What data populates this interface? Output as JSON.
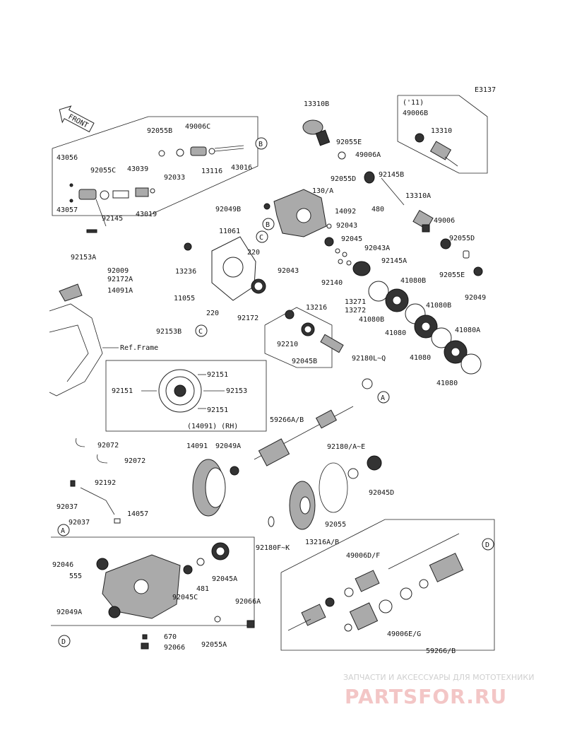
{
  "diagram_code": "E3137",
  "front_label": "FRONT",
  "ref_frame": "Ref.Frame",
  "assembly_note": "(14091) (RH)",
  "year_note": "('11)",
  "circles": [
    "A",
    "B",
    "C",
    "D"
  ],
  "parts": {
    "p43056": "43056",
    "p43057": "43057",
    "p92055C": "92055C",
    "p43039": "43039",
    "p92145": "92145",
    "p43019": "43019",
    "p92055B": "92055B",
    "p49006C": "49006C",
    "p92033": "92033",
    "p13116": "13116",
    "p43016": "43016",
    "p92153A": "92153A",
    "p13310B": "13310B",
    "p92055E_top": "92055E",
    "p49006A": "49006A",
    "p92055D_top": "92055D",
    "p92145B": "92145B",
    "p130A": "130/A",
    "p480": "480",
    "p92049B": "92049B",
    "p14092": "14092",
    "p92043a": "92043",
    "p92045_top": "92045",
    "p92043b": "92043",
    "p92043A": "92043A",
    "p49006B": "49006B",
    "p13310": "13310",
    "p13310A": "13310A",
    "p49006": "49006",
    "p92055D_r": "92055D",
    "p92055E_r": "92055E",
    "p92049": "92049",
    "p11061": "11061",
    "p220a": "220",
    "p13236": "13236",
    "p92172": "92172",
    "p220b": "220",
    "p11055": "11055",
    "p92153B": "92153B",
    "p92009": "92009",
    "p92172A": "92172A",
    "p14091A": "14091A",
    "p92145A": "92145A",
    "p92140": "92140",
    "p13271": "13271",
    "p13272": "13272",
    "p41080B_a": "41080B",
    "p41080B_b": "41080B",
    "p41080A": "41080A",
    "p41080a": "41080",
    "p41080b": "41080",
    "p41080c": "41080",
    "p13216": "13216",
    "p92210": "92210",
    "p92045B": "92045B",
    "p92180LQ": "92180L~Q",
    "p92151a": "92151",
    "p92151b": "92151",
    "p92151c": "92151",
    "p92153": "92153",
    "p59266AB": "59266A/B",
    "p92072a": "92072",
    "p92072b": "92072",
    "p14091": "14091",
    "p92049A": "92049A",
    "p92180AE": "92180/A~E",
    "p92045D": "92045D",
    "p92192": "92192",
    "p92037a": "92037",
    "p92037b": "92037",
    "p14057": "14057",
    "p92055": "92055",
    "p13216AB": "13216A/B",
    "p92180FK": "92180F~K",
    "p92046": "92046",
    "p555": "555",
    "p92045A": "92045A",
    "p481": "481",
    "p92045C": "92045C",
    "p92049A_b": "92049A",
    "p92066A": "92066A",
    "p670": "670",
    "p92066": "92066",
    "p92055A": "92055A",
    "p49006DF": "49006D/F",
    "p49006EG": "49006E/G",
    "p59266B": "59266/B"
  },
  "watermark": {
    "tagline": "ЗАПЧАСТИ И АКСЕССУАРЫ ДЛЯ МОТОТЕХНИКИ",
    "brand": "PARTSFOR.RU"
  }
}
